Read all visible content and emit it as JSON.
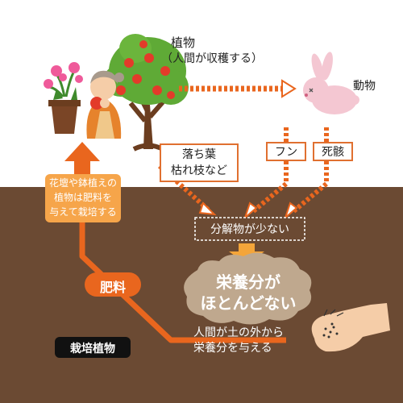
{
  "plant": {
    "title": "植物",
    "subtitle": "（人間が収穫する）"
  },
  "animal": {
    "title": "動物"
  },
  "labels": {
    "fallen_leaves_1": "落ち葉",
    "fallen_leaves_2": "枯れ枝など",
    "dung": "フン",
    "carcass": "死骸",
    "decomposed": "分解物が少ない",
    "nutrients_1": "栄養分が",
    "nutrients_2": "ほとんどない",
    "fertilizer": "肥料",
    "cultivated": "栽培植物",
    "human_supply_1": "人間が土の外から",
    "human_supply_2": "栄養分を与える",
    "flowerbed_1": "花壇や鉢植えの",
    "flowerbed_2": "植物は肥料を",
    "flowerbed_3": "与えて栽培する"
  },
  "colors": {
    "soil": "#6b4a33",
    "accent": "#e9661e",
    "orange_box": "#f6a54a",
    "cloud": "#bfa88e",
    "highlight": "#f4a53a"
  }
}
